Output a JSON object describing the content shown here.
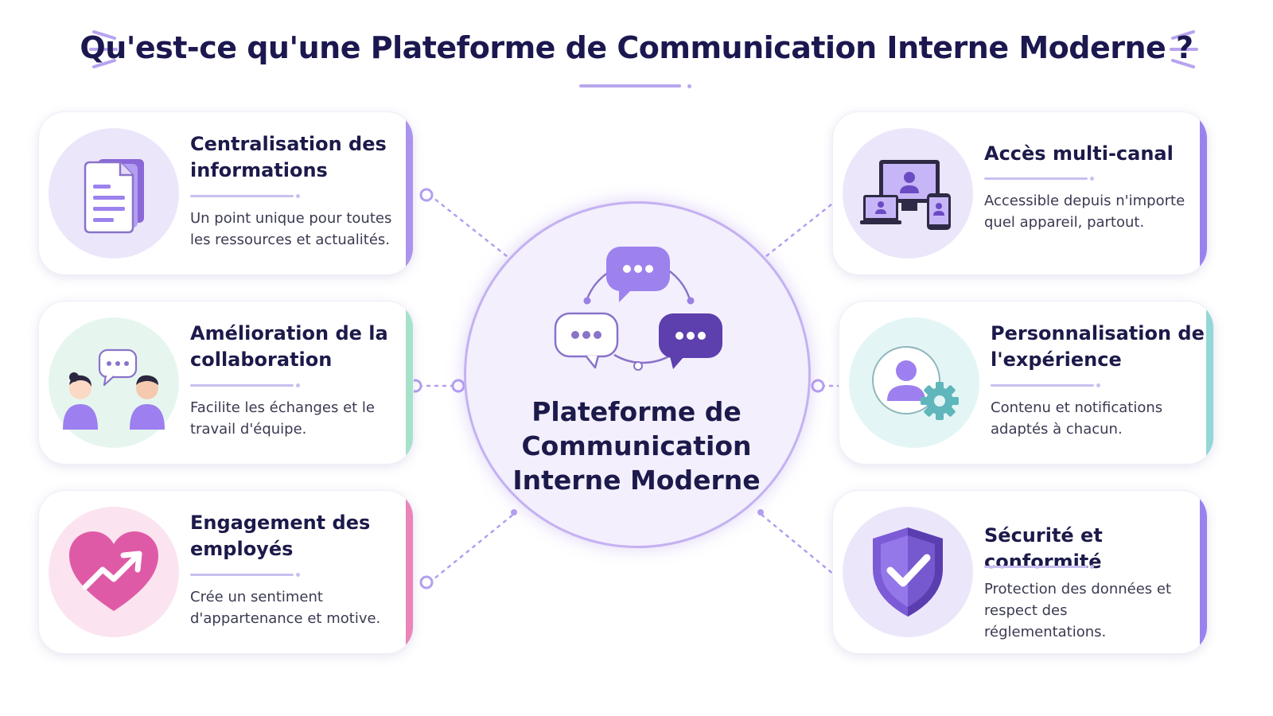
{
  "title": "Qu'est-ce qu'une Plateforme de Communication Interne Moderne ?",
  "hub": {
    "line1": "Plateforme de",
    "line2": "Communication",
    "line3": "Interne Moderne"
  },
  "colors": {
    "purple": "#9b7fe6",
    "deep_purple": "#6a4bc4",
    "green": "#9fe0c6",
    "pink": "#e979b4",
    "teal": "#8fd6d6",
    "title": "#1b1850"
  },
  "cards": [
    {
      "icon": "documents-icon",
      "title": "Centralisation des informations",
      "desc": "Un point unique pour toutes les ressources et actualités."
    },
    {
      "icon": "collaboration-icon",
      "title": "Amélioration de la collaboration",
      "desc": "Facilite les échanges et le travail d'équipe."
    },
    {
      "icon": "heart-growth-icon",
      "title": "Engagement des employés",
      "desc": "Crée un sentiment d'appartenance et motive."
    },
    {
      "icon": "multi-device-icon",
      "title": "Accès multi-canal",
      "desc": "Accessible depuis n'importe quel appareil, partout."
    },
    {
      "icon": "user-gear-icon",
      "title": "Personnalisation de l'expérience",
      "desc": "Contenu et notifications adaptés à chacun."
    },
    {
      "icon": "shield-check-icon",
      "title": "Sécurité et conformité",
      "desc": "Protection des données et respect des réglementations."
    }
  ]
}
